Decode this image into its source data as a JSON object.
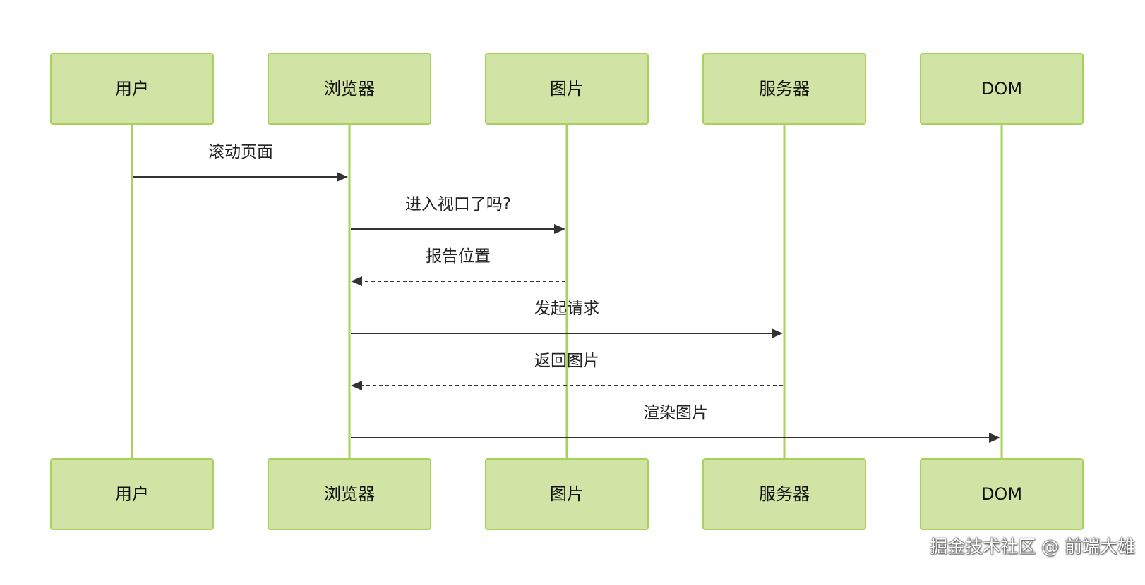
{
  "participants": [
    {
      "id": "user",
      "label": "用户"
    },
    {
      "id": "browser",
      "label": "浏览器"
    },
    {
      "id": "image",
      "label": "图片"
    },
    {
      "id": "server",
      "label": "服务器"
    },
    {
      "id": "dom",
      "label": "DOM"
    }
  ],
  "messages": [
    {
      "from": "user",
      "to": "browser",
      "label": "滚动页面",
      "style": "solid"
    },
    {
      "from": "browser",
      "to": "image",
      "label": "进入视口了吗?",
      "style": "solid"
    },
    {
      "from": "image",
      "to": "browser",
      "label": "报告位置",
      "style": "dashed"
    },
    {
      "from": "browser",
      "to": "server",
      "label": "发起请求",
      "style": "solid"
    },
    {
      "from": "server",
      "to": "browser",
      "label": "返回图片",
      "style": "dashed"
    },
    {
      "from": "browser",
      "to": "dom",
      "label": "渲染图片",
      "style": "solid"
    }
  ],
  "colors": {
    "box_fill": "#d2e4a5",
    "box_stroke": "#a6d15a",
    "lifeline": "#a6d15a",
    "arrow": "#333333"
  },
  "watermark": "掘金技术社区 @ 前端大雄"
}
